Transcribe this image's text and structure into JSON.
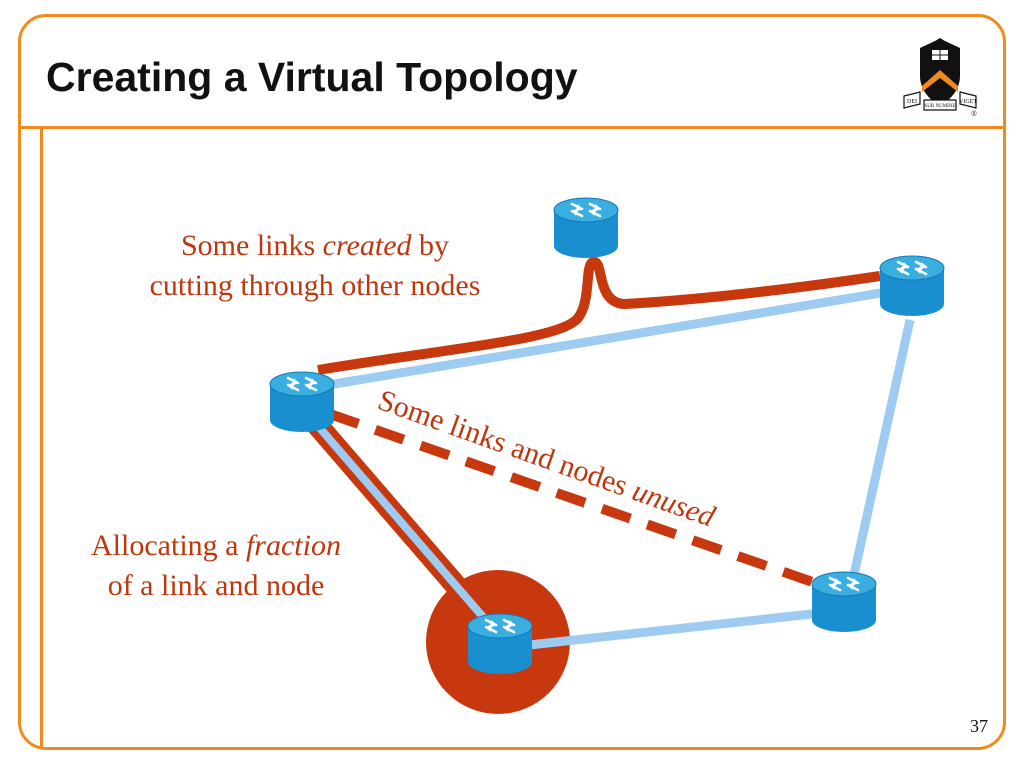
{
  "slide": {
    "title": "Creating a Virtual Topology",
    "page_number": "37",
    "accent_color": "#f08a1c"
  },
  "logo": {
    "icon": "princeton-shield-icon",
    "motto_left": "DEI",
    "motto_center": "SUB NUMINE",
    "motto_right": "VIGET",
    "registered_mark": "®"
  },
  "captions": {
    "created": {
      "line1_prefix": "Some links ",
      "line1_emphasis": "created",
      "line1_suffix": " by",
      "line2": "cutting through other nodes"
    },
    "fraction": {
      "line1_prefix": "Allocating a ",
      "line1_emphasis": "fraction",
      "line2": "of a link and node"
    },
    "unused": {
      "prefix": "Some links and nodes ",
      "emphasis": "unused"
    }
  },
  "diagram": {
    "router_icon": "router-icon",
    "colors": {
      "virtual_link": "#c8380e",
      "physical_link": "#9ecbf2",
      "router_top": "#3aaee0",
      "router_body": "#1a8fd0",
      "caption_text": "#c0360c"
    }
  }
}
